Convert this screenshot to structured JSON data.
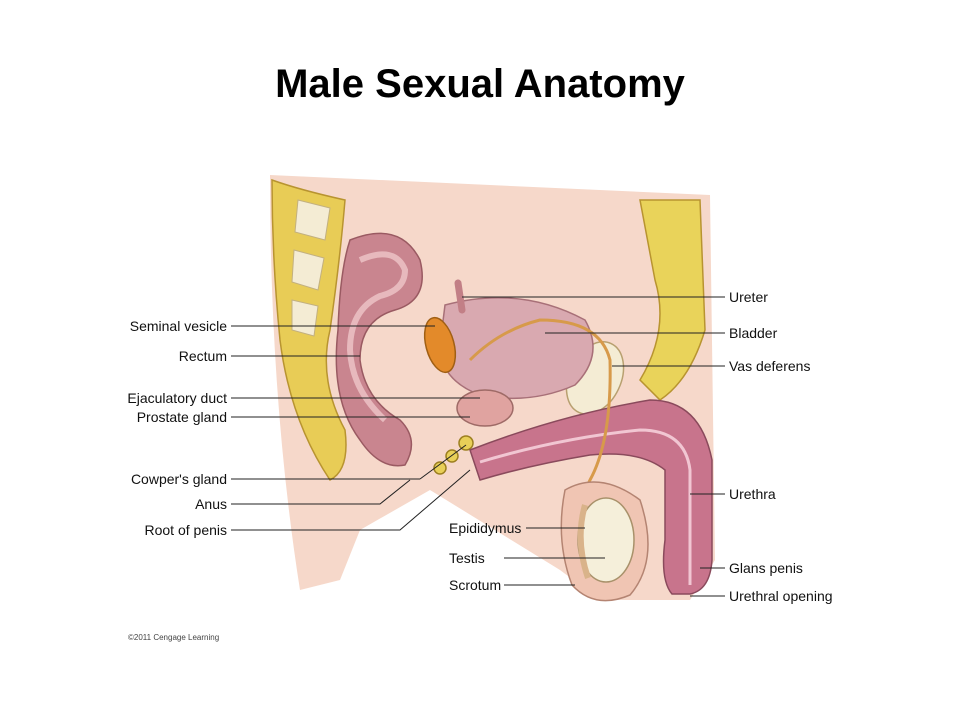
{
  "title": "Male Sexual Anatomy",
  "copyright": "©2011 Cengage Learning",
  "labels": {
    "seminal_vesicle": "Seminal vesicle",
    "rectum": "Rectum",
    "ejaculatory_duct": "Ejaculatory duct",
    "prostate_gland": "Prostate gland",
    "cowpers_gland": "Cowper's gland",
    "anus": "Anus",
    "root_of_penis": "Root of penis",
    "ureter": "Ureter",
    "bladder": "Bladder",
    "vas_deferens": "Vas deferens",
    "urethra": "Urethra",
    "epididymus": "Epididymus",
    "testis": "Testis",
    "scrotum": "Scrotum",
    "glans_penis": "Glans penis",
    "urethral_opening": "Urethral opening"
  },
  "colors": {
    "skin": "#f2c9b8",
    "fat": "#e9d35a",
    "bone": "#f4ecd4",
    "muscle": "#d6a0a8",
    "erectile": "#c8748c",
    "bladder": "#d9a9b0",
    "vesicle": "#e38a2a"
  }
}
